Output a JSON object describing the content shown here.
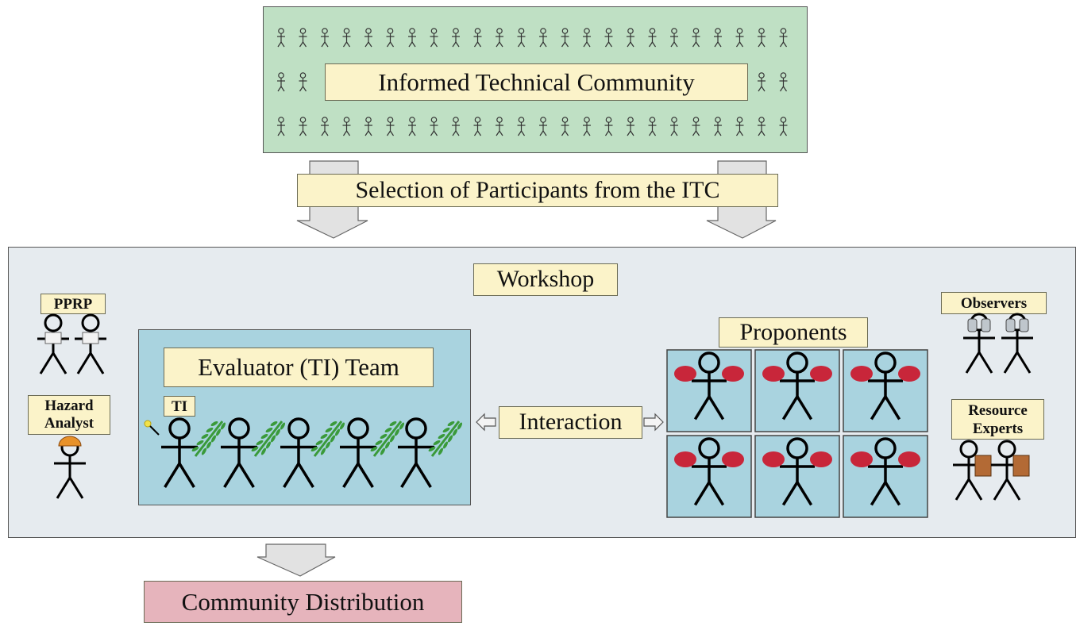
{
  "itc": {
    "label": "Informed Technical Community",
    "fill": "#bfe0c4"
  },
  "selection": {
    "label": "Selection of Participants from the ITC"
  },
  "workshop": {
    "label": "Workshop",
    "fill": "#e6ebef"
  },
  "pprp": {
    "label": "PPRP"
  },
  "hazard_analyst": {
    "line1": "Hazard",
    "line2": "Analyst",
    "helmet_color": "#e8922a"
  },
  "evaluator_team": {
    "label": "Evaluator (TI) Team",
    "ti_label": "TI",
    "fill": "#a9d3df"
  },
  "interaction": {
    "label": "Interaction"
  },
  "proponents": {
    "label": "Proponents",
    "fill": "#a9d3df",
    "glove_color": "#c8263a"
  },
  "observers": {
    "label": "Observers"
  },
  "resource_experts": {
    "line1": "Resource",
    "line2": "Experts",
    "book_color": "#b36a35"
  },
  "community_distribution": {
    "label": "Community Distribution",
    "fill": "#e6b4bc"
  },
  "branch_color": "#3a9a3a",
  "arrow_fill": "#e2e2e2"
}
